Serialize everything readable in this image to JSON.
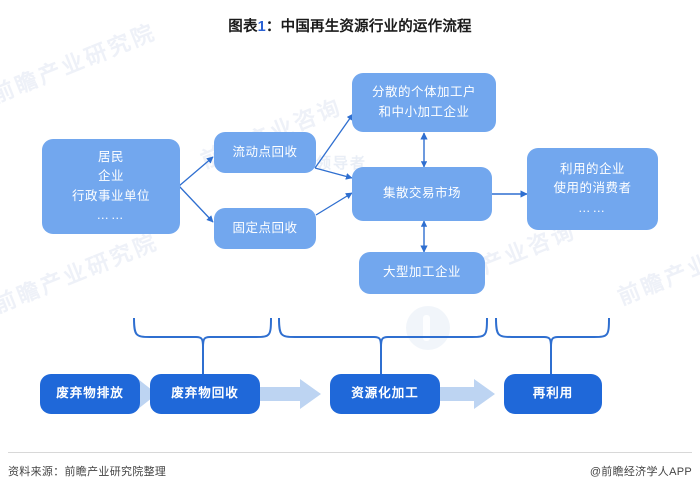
{
  "title": {
    "prefix": "图表",
    "number": "1",
    "separator": "：",
    "text": "中国再生资源行业的运作流程"
  },
  "colors": {
    "node_light": "#72a7ee",
    "node_deep": "#1f68d9",
    "connector": "#2f6fd0",
    "chevron": "#bdd4f2",
    "title_number": "#2b62d4"
  },
  "diagram": {
    "type": "flowchart",
    "nodes": [
      {
        "id": "sources",
        "style": "light",
        "lines": [
          "居民",
          "企业",
          "行政事业单位",
          "……"
        ]
      },
      {
        "id": "mobile-collection",
        "style": "light",
        "lines": [
          "流动点回收"
        ]
      },
      {
        "id": "fixed-collection",
        "style": "light",
        "lines": [
          "固定点回收"
        ]
      },
      {
        "id": "small-processors",
        "style": "light",
        "lines": [
          "分散的个体加工户",
          "和中小加工企业"
        ]
      },
      {
        "id": "trading-market",
        "style": "light",
        "lines": [
          "集散交易市场"
        ]
      },
      {
        "id": "large-processors",
        "style": "light",
        "lines": [
          "大型加工企业"
        ]
      },
      {
        "id": "end-users",
        "style": "light",
        "lines": [
          "利用的企业",
          "使用的消费者",
          "……"
        ]
      }
    ],
    "edges": [
      {
        "from": "sources",
        "to": "mobile-collection",
        "kind": "arrow"
      },
      {
        "from": "sources",
        "to": "fixed-collection",
        "kind": "arrow"
      },
      {
        "from": "mobile-collection",
        "to": "small-processors",
        "kind": "arrow"
      },
      {
        "from": "mobile-collection",
        "to": "trading-market",
        "kind": "arrow"
      },
      {
        "from": "fixed-collection",
        "to": "trading-market",
        "kind": "arrow"
      },
      {
        "from": "trading-market",
        "to": "small-processors",
        "kind": "double-arrow"
      },
      {
        "from": "trading-market",
        "to": "large-processors",
        "kind": "double-arrow"
      },
      {
        "from": "trading-market",
        "to": "end-users",
        "kind": "arrow"
      }
    ]
  },
  "stages": {
    "items": [
      {
        "id": "waste-discharge",
        "label": "废弃物排放"
      },
      {
        "id": "waste-collection",
        "label": "废弃物回收"
      },
      {
        "id": "resource-processing",
        "label": "资源化加工"
      },
      {
        "id": "reuse",
        "label": "再利用"
      }
    ],
    "braces": [
      {
        "covers": "collection-nodes",
        "points_to": "waste-collection"
      },
      {
        "covers": "processing-and-market-nodes",
        "points_to": "resource-processing"
      },
      {
        "covers": "end-user-nodes",
        "points_to": "reuse"
      }
    ]
  },
  "watermarks": {
    "institute": "前瞻产业研究院",
    "consulting": "前瞻产业咨询",
    "sub": "中国产业咨询领导者"
  },
  "footer": {
    "source_label": "资料来源：",
    "source_value": "前瞻产业研究院整理",
    "app": "@前瞻经济学人APP"
  }
}
